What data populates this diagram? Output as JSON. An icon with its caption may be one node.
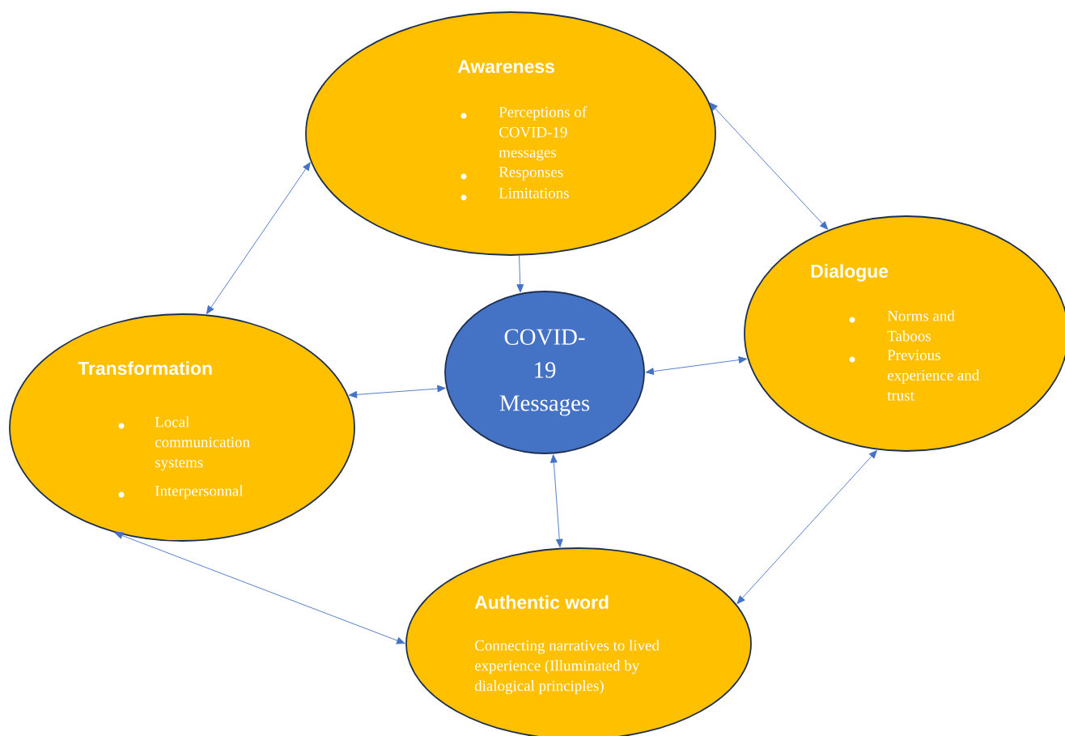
{
  "diagram": {
    "nodes": [
      {
        "text": [
          "Awareness",
          "Perceptions of COVID-19 messages",
          "Responses",
          "Limitations"
        ]
      },
      {
        "text": [
          "Dialogue",
          "Norms and Taboos",
          "Previous experience and trust"
        ]
      },
      {
        "text": [
          "Transformation",
          "Local communication systems",
          "Interpersonnal"
        ]
      },
      {
        "text": [
          "COVID-19 Messages"
        ]
      },
      {
        "text": [
          "Authentic word",
          "Connecting narratives to lived experience (Illuminated by dialogical principles)"
        ]
      }
    ],
    "edges": [
      {
        "from": 0,
        "to": 3,
        "arrow": "to"
      },
      {
        "from": 0,
        "to": 1,
        "arrow": "both"
      },
      {
        "from": 0,
        "to": 2,
        "arrow": "both"
      },
      {
        "from": 2,
        "to": 3,
        "arrow": "both"
      },
      {
        "from": 3,
        "to": 1,
        "arrow": "both"
      },
      {
        "from": 3,
        "to": 4,
        "arrow": "both"
      },
      {
        "from": 1,
        "to": 4,
        "arrow": "both"
      },
      {
        "from": 2,
        "to": 4,
        "arrow": "both"
      }
    ]
  }
}
